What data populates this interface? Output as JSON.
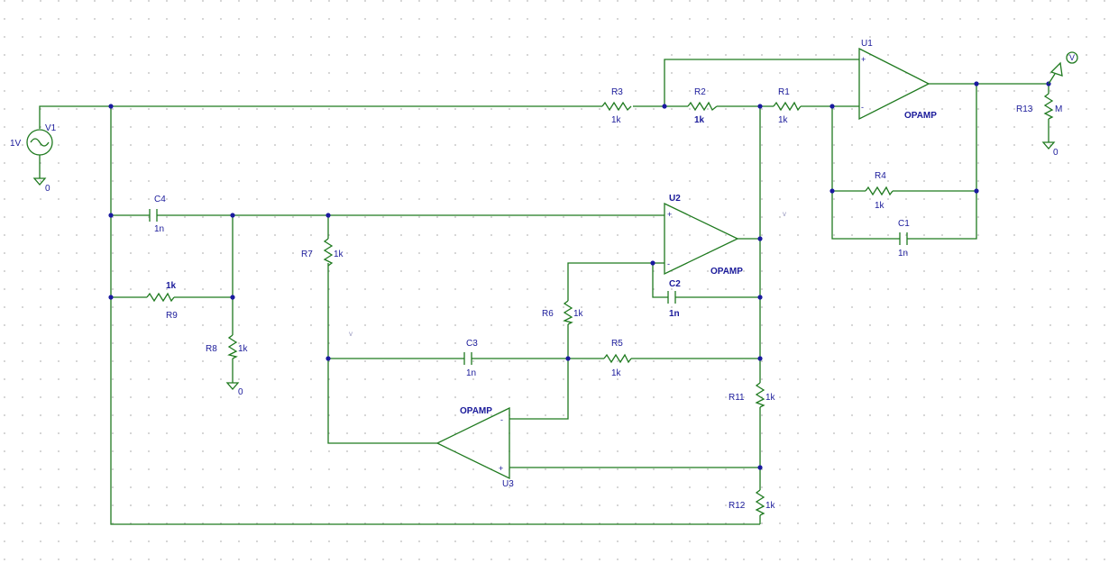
{
  "colors": {
    "wire": "#1f7a1f",
    "text": "#1a1a9a",
    "grid": "#b8b8b8",
    "background": "#ffffff"
  },
  "source": {
    "ref": "V1",
    "value": "1V",
    "ground": "0"
  },
  "u1": {
    "ref": "U1",
    "model": "OPAMP",
    "plus": "+",
    "minus": "-"
  },
  "u2": {
    "ref": "U2",
    "model": "OPAMP",
    "plus": "+",
    "minus": "-"
  },
  "u3": {
    "ref": "U3",
    "model": "OPAMP",
    "plus": "+",
    "minus": "-"
  },
  "r1": {
    "ref": "R1",
    "value": "1k"
  },
  "r2": {
    "ref": "R2",
    "value": "1k"
  },
  "r3": {
    "ref": "R3",
    "value": "1k"
  },
  "r4": {
    "ref": "R4",
    "value": "1k"
  },
  "r5": {
    "ref": "R5",
    "value": "1k"
  },
  "r6": {
    "ref": "R6",
    "value": "1k"
  },
  "r7": {
    "ref": "R7",
    "value": "1k"
  },
  "r8": {
    "ref": "R8",
    "value": "1k",
    "ground": "0"
  },
  "r9": {
    "ref": "R9",
    "value": "1k"
  },
  "r11": {
    "ref": "R11",
    "value": "1k"
  },
  "r12": {
    "ref": "R12",
    "value": "1k"
  },
  "r13": {
    "ref": "R13",
    "value": "M",
    "ground": "0"
  },
  "c1": {
    "ref": "C1",
    "value": "1n"
  },
  "c2": {
    "ref": "C2",
    "value": "1n"
  },
  "c3": {
    "ref": "C3",
    "value": "1n"
  },
  "c4": {
    "ref": "C4",
    "value": "1n"
  },
  "probe": {
    "label": "V"
  },
  "markers": {
    "m1": "v",
    "m2": "v",
    "m3": "v"
  }
}
